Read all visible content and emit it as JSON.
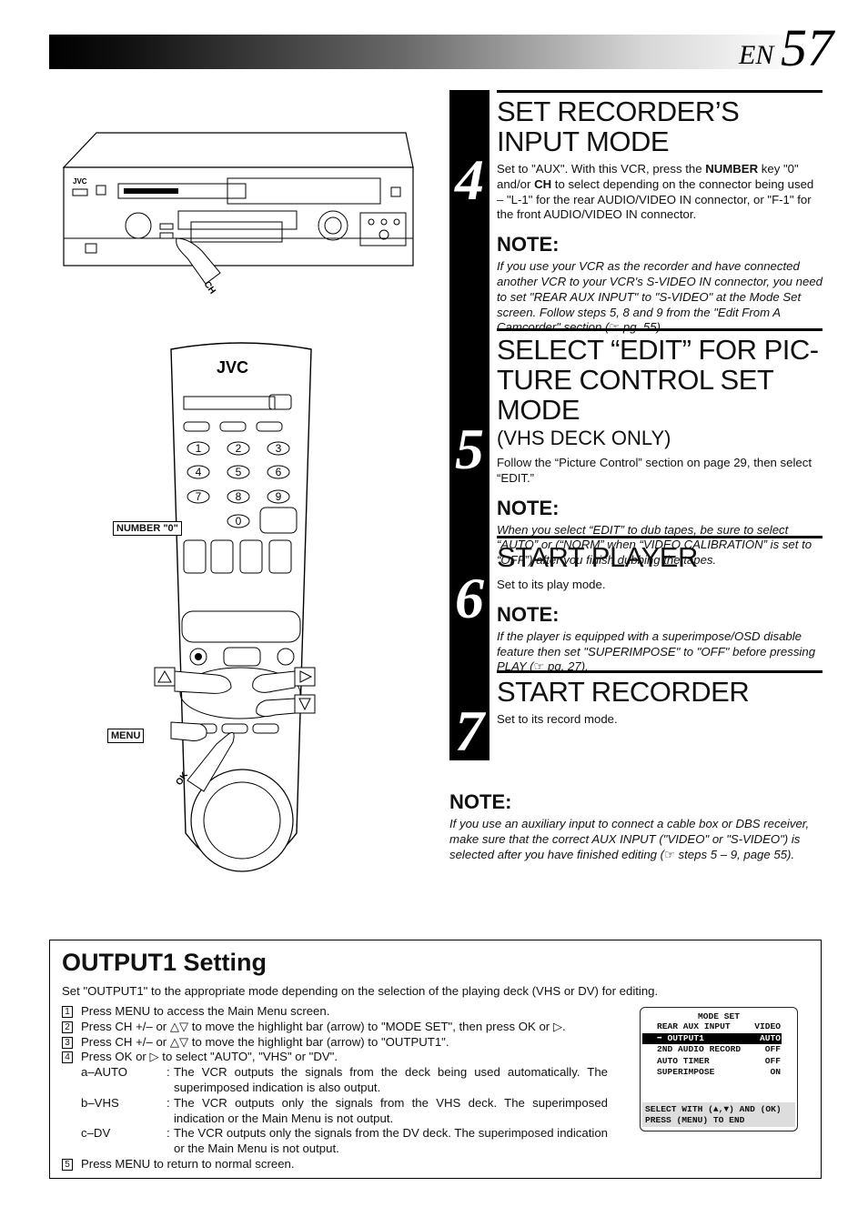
{
  "header": {
    "lang": "EN",
    "page": "57"
  },
  "steps": [
    {
      "num": "4",
      "title": "SET RECORDER’S INPUT MODE",
      "body_parts": [
        "Set to \"AUX\". With this VCR, press the ",
        "NUMBER",
        " key \"0\" and/or ",
        "CH",
        " to select depending on the connector being used – \"L-1\" for the rear AUDIO/VIDEO IN connector, or \"F-1\" for the front AUDIO/VIDEO IN connector."
      ],
      "note_heading": "NOTE:",
      "note_text": "If you use your VCR as the recorder and have connected another VCR to your VCR's S-VIDEO IN connector, you need to set \"REAR AUX INPUT\" to \"S-VIDEO\" at the Mode Set screen. Follow steps 5, 8 and 9 from the \"Edit From A Camcorder\" section (☞ pg. 55)."
    },
    {
      "num": "5",
      "title": "SELECT “EDIT” FOR PIC- TURE CONTROL SET MODE",
      "subtitle": "(VHS DECK ONLY)",
      "body": "Follow the “Picture Control” section on page 29, then select “EDIT.”",
      "note_heading": "NOTE:",
      "note_text": "When you select “EDIT” to dub tapes, be sure to select “AUTO” or (“NORM” when “VIDEO CALIBRATION” is set to “OFF”) after you finish dubbing the tapes."
    },
    {
      "num": "6",
      "title": "START PLAYER",
      "body": "Set to its play mode.",
      "note_heading": "NOTE:",
      "note_text": "If the player is equipped with a superimpose/OSD disable feature then set \"SUPERIMPOSE\" to \"OFF\" before pressing PLAY (☞ pg. 27)."
    },
    {
      "num": "7",
      "title": "START RECORDER",
      "body": "Set to its record mode."
    }
  ],
  "bottom_note": {
    "heading": "NOTE:",
    "text": "If you use an auxiliary input to connect a cable box or DBS receiver, make sure that the correct AUX INPUT (\"VIDEO\" or \"S-VIDEO\") is selected after you have finished editing (☞ steps 5 – 9, page 55)."
  },
  "output": {
    "title": "OUTPUT1 Setting",
    "intro": "Set \"OUTPUT1\" to the appropriate mode depending on the selection of the playing deck (VHS or DV) for editing.",
    "list": [
      {
        "n": "1",
        "text": "Press MENU to access the Main Menu screen."
      },
      {
        "n": "2",
        "text": "Press CH +/– or △▽ to move the highlight bar (arrow) to \"MODE SET\", then press OK or ▷."
      },
      {
        "n": "3",
        "text": "Press CH +/– or △▽ to move the highlight bar (arrow) to \"OUTPUT1\"."
      },
      {
        "n": "4",
        "text": "Press OK or ▷ to select \"AUTO\", \"VHS\" or \"DV\"."
      }
    ],
    "options": [
      {
        "k": "a–AUTO",
        "v": "The VCR outputs the signals from the deck being used automatically. The superimposed indication is also output."
      },
      {
        "k": "b–VHS",
        "v": "The VCR outputs only the signals from the VHS deck. The superimposed indication or the Main Menu is not output."
      },
      {
        "k": "c–DV",
        "v": "The VCR outputs only the signals from the DV deck. The superimposed indication or the Main Menu is not output."
      }
    ],
    "last": {
      "n": "5",
      "text": "Press MENU to return to normal screen."
    }
  },
  "menu_screen": {
    "title": "MODE SET",
    "rows": [
      {
        "label": "REAR AUX INPUT",
        "value": "VIDEO"
      },
      {
        "label": "OUTPUT1",
        "value": "AUTO",
        "arrow": "➡"
      },
      {
        "label": "2ND AUDIO RECORD",
        "value": "OFF"
      },
      {
        "label": "AUTO TIMER",
        "value": "OFF"
      },
      {
        "label": "SUPERIMPOSE",
        "value": "ON"
      }
    ],
    "footer1": "SELECT WITH (▲,▼) AND (OK)",
    "footer2": "PRESS (MENU) TO END"
  },
  "illustration": {
    "vcr_brand": "JVC",
    "remote_brand": "JVC",
    "ch_label": "CH",
    "number_label": "NUMBER \"0\"",
    "menu_label": "MENU",
    "ok_label": "OK",
    "keypad": [
      "1",
      "2",
      "3",
      "4",
      "5",
      "6",
      "7",
      "8",
      "9",
      "0"
    ]
  }
}
